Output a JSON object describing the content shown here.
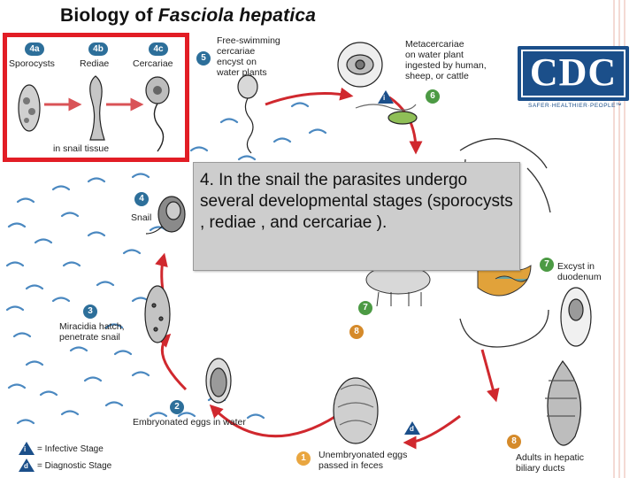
{
  "title": {
    "main": "Biology of ",
    "species": "Fasciola hepatica"
  },
  "panel": {
    "labels": {
      "s4a": "4a",
      "s4b": "4b",
      "s4c": "4c",
      "sporocysts": "Sporocysts",
      "rediae": "Rediae",
      "cercariae": "Cercariae",
      "tissue": "in snail tissue"
    }
  },
  "stages": {
    "s5": {
      "num": "5",
      "text": "Free-swimming\ncercariae\nencyst on\nwater plants"
    },
    "s6": {
      "num": "6",
      "text": "Metacercariae\non water plant\ningested by human,\nsheep, or cattle"
    },
    "s4": {
      "num": "4",
      "text": "Snail"
    },
    "s3": {
      "num": "3",
      "text": "Miracidia hatch,\npenetrate snail"
    },
    "s2": {
      "num": "2",
      "text": "Embryonated eggs in water"
    },
    "s1": {
      "num": "1",
      "text": "Unembryonated eggs\npassed in feces"
    },
    "s7a": {
      "num": "7",
      "text": "Excyst in\nduodenum"
    },
    "s7b": {
      "num": "7"
    },
    "s8a": {
      "num": "8"
    },
    "s8b": {
      "num": "8",
      "text": "Adults in hepatic\nbiliary ducts"
    },
    "i_marker": "i",
    "d_marker": "d"
  },
  "legend": {
    "infective": "= Infective Stage",
    "diagnostic": "= Diagnostic Stage",
    "i": "i",
    "d": "d"
  },
  "callout": {
    "text": "4. In the snail the parasites undergo several developmental stages (sporocysts , rediae , and cercariae )."
  },
  "logo": {
    "text": "CDC",
    "tagline": "SAFER·HEALTHIER·PEOPLE™"
  },
  "colors": {
    "accent_red": "#e21d25",
    "cycle_arrow": "#d0282e",
    "cdc_blue": "#1b4f8a",
    "water": "#4a88c0",
    "callout_bg": "#cdcdcd"
  }
}
